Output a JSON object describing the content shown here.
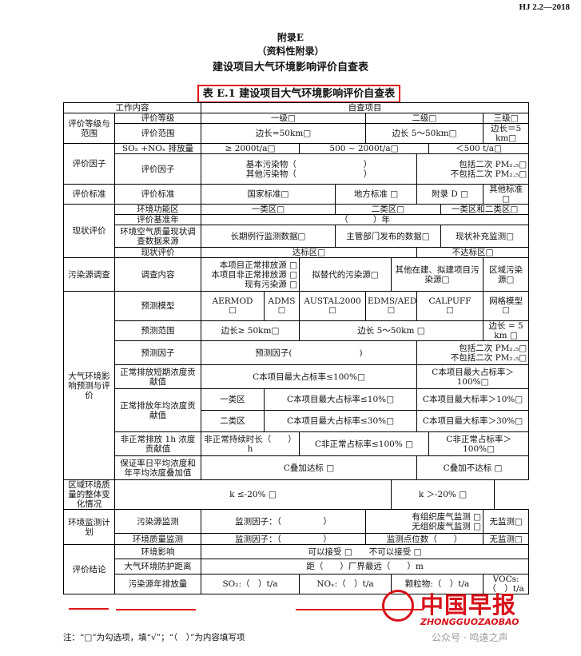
{
  "header_code": "HJ 2.2—2018",
  "appendix": "附录E",
  "appendix_note": "（资料性附录）",
  "doc_title": "建设项目大气环境影响评价自查表",
  "table_title": "表 E.1  建设项目大气环境影响评价自查表",
  "cols": {
    "work": "工作内容",
    "items": "自查项目"
  },
  "r1": {
    "g": "评价等级与范围",
    "a": "评价等级",
    "b": "一级□",
    "c": "二级□",
    "d": "三级□"
  },
  "r2": {
    "a": "评价范围",
    "b": "边长=50km□",
    "c": "边长 5～50km□",
    "d": "边长＝5 km□"
  },
  "r3": {
    "g": "评价因子",
    "a": "SO₂ +NOₓ 排放量",
    "b": "≥ 2000t/a□",
    "c": "500 ~ 2000t/a□",
    "d": "＜500 t/a□"
  },
  "r4": {
    "a": "评价因子",
    "b1": "基本污染物（　　　　　　　　）",
    "b2": "其他污染物（　　　　　　　　）",
    "c1": "包括二次 PM₂.₅□",
    "c2": "不包括二次 PM₂.₅□"
  },
  "r5": {
    "g": "评价标准",
    "a": "评价标准",
    "b": "国家标准□",
    "c": "地方标准 □",
    "d": "附录 D □",
    "e": "其他标准 □"
  },
  "r6": {
    "g": "现状评价",
    "a": "环境功能区",
    "b": "一类区□",
    "c": "二类区□",
    "d": "一类区和二类区□"
  },
  "r7": {
    "a": "评价基准年",
    "b": "（　　　）年"
  },
  "r8": {
    "a": "环境空气质量现状调查数据来源",
    "b": "长期例行监测数据□",
    "c": "主管部门发布的数据□",
    "d": "现状补充监测□"
  },
  "r9": {
    "a": "现状评价",
    "b": "达标区□",
    "c": "不达标区□"
  },
  "r10": {
    "g": "污染源调查",
    "a": "调查内容",
    "b1": "本项目正常排放源 □",
    "b2": "本项目非正常排放源 □",
    "b3": "现有污染源 □",
    "c": "拟替代的污染源□",
    "d": "其他在建、拟建项目污染源□",
    "e": "区域污染源□"
  },
  "r11": {
    "g": "大气环境影响预测与评价",
    "a": "预测模型",
    "m": [
      "AERMOD",
      "ADMS",
      "AUSTAL2000",
      "EDMS/AEDT",
      "CALPUFF",
      "网格模型",
      "其他"
    ],
    "box": "□"
  },
  "r12": {
    "a": "预测范围",
    "b": "边长≥ 50km□",
    "c": "边长 5～50km □",
    "d": "边长 = 5 km □"
  },
  "r13": {
    "a": "预测因子",
    "b": "预测因子(　　　　　　　　)",
    "c1": "包括二次 PM₂.₅□",
    "c2": "不包括二次 PM₂.₅□"
  },
  "r14": {
    "a": "正常排放短期浓度贡献值",
    "b": "C本项目最大占标率≤100%□",
    "c": "C本项目最大占标率＞100%□"
  },
  "r15": {
    "a": "正常排放年均浓度贡献值",
    "z1": "一类区",
    "b1": "C本项目最大占标率≤10%□",
    "c1": "C本项目最大标率＞10%□",
    "z2": "二类区",
    "b2": "C本项目最大占标率≤30%□",
    "c2": "C本项目最大标率＞30%□"
  },
  "r16": {
    "a": "非正常排放 1h 浓度贡献值",
    "b": "非正常持续时长（　　）h",
    "c": "C非正常占标率≤100% □",
    "d": "C非正常占标率＞100%□"
  },
  "r17": {
    "a": "保证率日平均浓度和年平均浓度叠加值",
    "b": "C叠加达标 □",
    "c": "C叠加不达标 □"
  },
  "r18": {
    "a": "区域环境质量的整体变化情况",
    "b": "k ≤-20% □",
    "c": "k ＞-20% □"
  },
  "r19": {
    "g": "环境监测计划",
    "a": "污染源监测",
    "b": "监测因子：（　　　　　）",
    "c1": "有组织废气监测 □",
    "c2": "无组织废气监测 □",
    "d": "无监测□"
  },
  "r20": {
    "a": "环境质量监测",
    "b": "监测因子：（　　　　　）",
    "c": "监测点位数（　　）",
    "d": "无监测□"
  },
  "r21": {
    "g": "评价结论",
    "a": "环境影响",
    "b": "可以接受 □　　不可以接受 □"
  },
  "r22": {
    "a": "大气环境防护距离",
    "b": "距（　　）厂界最远（　　）m"
  },
  "r23": {
    "a": "污染源年排放量",
    "b": "SO₂:（　）t/a",
    "c": "NOₓ:（　）t/a",
    "d": "颗粒物:（　）t/a",
    "e": "VOCs:（　）t/a"
  },
  "note": "注：“□”为勾选项，填“√”；“（　）”为内容填写项",
  "watermark": {
    "brand": "中国早报",
    "sub": "ZHONGGUOZAOBAO",
    "account": "公众号 · 鸣遠之声"
  },
  "colors": {
    "highlight": "#e01818",
    "brand": "#d8121b"
  }
}
